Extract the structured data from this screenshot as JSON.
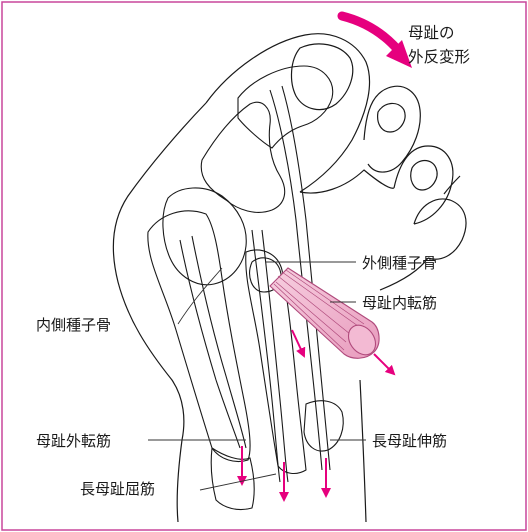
{
  "title": {
    "line1": "母趾の",
    "line2": "外反変形"
  },
  "labels": {
    "lateral_sesamoid": "外側種子骨",
    "adductor_hallucis": "母趾内転筋",
    "medial_sesamoid": "内側種子骨",
    "abductor_hallucis": "母趾外転筋",
    "extensor_hallucis_longus": "長母趾伸筋",
    "flexor_hallucis_longus": "長母趾屈筋"
  },
  "colors": {
    "frame": "#c8469b",
    "arrow": "#e6007e",
    "muscle_fill": "#f0b4cf",
    "muscle_stroke": "#b04a7c",
    "line": "#1a1a1a",
    "leader": "#333333"
  },
  "icons": {
    "deformation_arrow": "curved-arrow-icon",
    "pull_arrow": "down-arrow-icon"
  }
}
